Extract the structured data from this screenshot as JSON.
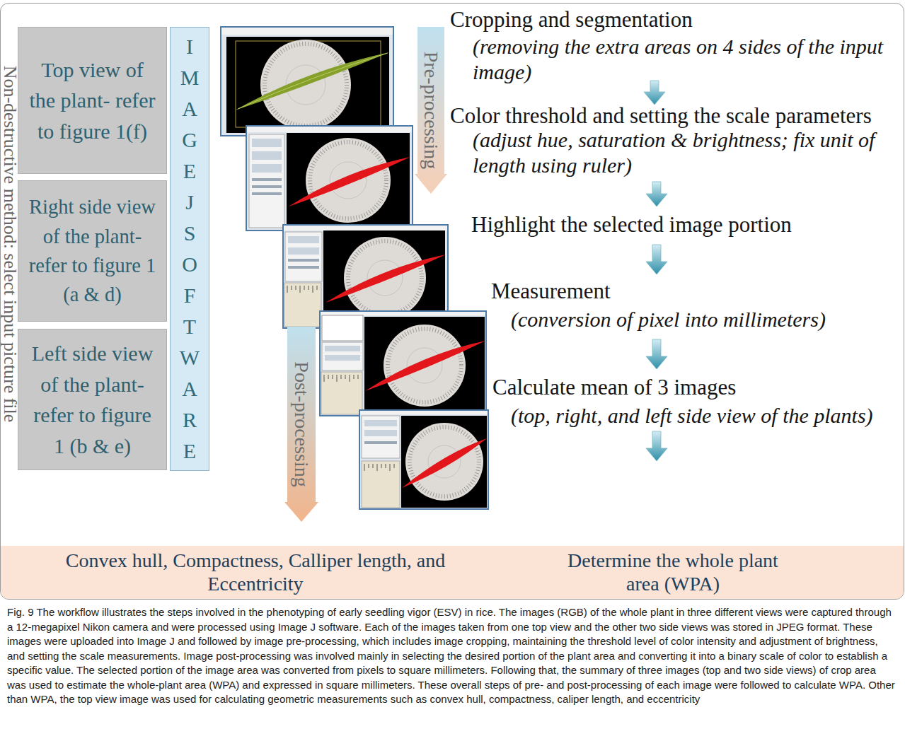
{
  "diagram": {
    "caption": "Fig. 9 The workflow illustrates the steps involved in the phenotyping of early seedling vigor (ESV) in rice. The images (RGB) of the whole plant in three different views were captured through a 12-megapixel Nikon camera and were processed using Image J software. Each of the images taken from one top view and the other two side views was stored in JPEG format. These images were uploaded into Image J and followed by image pre-processing, which includes image cropping, maintaining the threshold level of color intensity and adjustment of brightness, and setting the scale measurements. Image post-processing was involved mainly in selecting the desired portion of the plant area and converting it into a binary scale of color to establish a specific value. The selected portion of the image area was converted from pixels to square millimeters. Following that, the summary of three images (top and two side views) of crop area was used to estimate the whole-plant area (WPA) and expressed in square millimeters. These overall steps of pre- and post-processing of each image were followed to calculate WPA. Other than WPA, the top view image was used for calculating geometric measurements such as convex hull, compactness, caliper length, and eccentricity",
    "nodes": [
      {
        "text": [
          "Non-destructive method: select input picture file"
        ]
      },
      {
        "text": [
          "Top view of the plant- refer to figure 1(f)"
        ],
        "in": 0
      },
      {
        "text": [
          "Right side view of the plant- refer to figure 1 (a & d)"
        ],
        "in": 0
      },
      {
        "text": [
          "Left side view of the plant- refer to figure 1 (b & e)"
        ],
        "in": 0
      },
      {
        "text": [
          "IMAGE J SOFTWARE"
        ],
        "in": 0
      },
      {
        "text": [
          "Pre-processing"
        ],
        "in": 0
      },
      {
        "text": [
          "Post-processing"
        ],
        "in": 0
      },
      {
        "text": [
          "Convex hull, Compactness, Calliper length, and Eccentricity",
          "Determine the whole plant area (WPA)"
        ],
        "in": 0
      }
    ],
    "labels": [
      "Cropping and segmentation",
      "(removing the extra areas on 4 sides of the input image)",
      "Color threshold and setting the scale parameters",
      "(adjust hue, saturation & brightness; fix unit of length using ruler)",
      "Highlight the selected image portion",
      "Measurement",
      "(conversion of pixel into millimeters)",
      "Calculate mean of 3 images",
      "(top, right, and left side view of the plants)"
    ]
  }
}
